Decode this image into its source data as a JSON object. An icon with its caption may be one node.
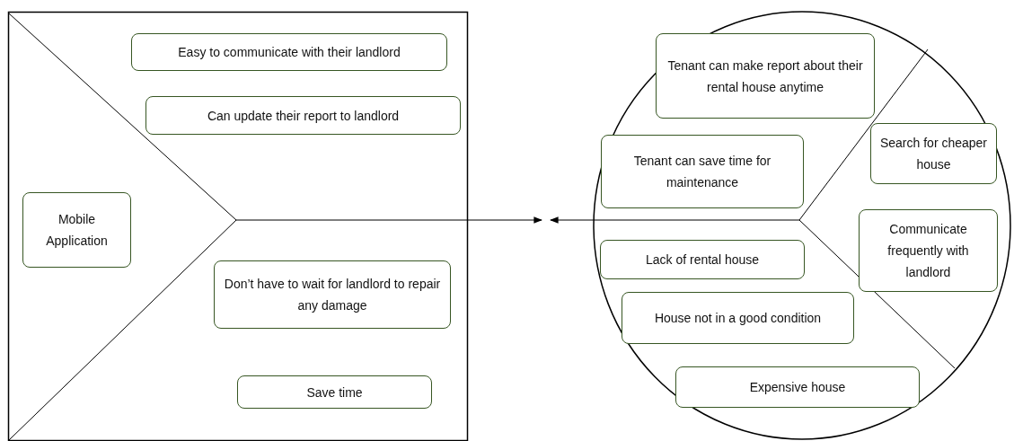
{
  "diagram": {
    "nodes": [
      {
        "text": [],
        "shape": "box"
      },
      {
        "text": [
          "Easy to communicate with their landlord"
        ],
        "in": 0
      },
      {
        "text": [
          "Can update their report to landlord"
        ],
        "in": 0
      },
      {
        "text": [
          "Mobile Application"
        ],
        "in": 0
      },
      {
        "text": [
          "Don’t have to wait for landlord to repair any damage"
        ],
        "in": 0
      },
      {
        "text": [
          "Save time"
        ],
        "in": 0
      },
      {
        "text": [],
        "shape": "circle"
      },
      {
        "text": [
          "Tenant can make report about their rental house anytime"
        ],
        "in": 6
      },
      {
        "text": [
          "Search for cheaper house"
        ],
        "in": 6
      },
      {
        "text": [
          "Tenant can save time for maintenance"
        ],
        "in": 6
      },
      {
        "text": [
          "Communicate frequently with landlord"
        ],
        "in": 6
      },
      {
        "text": [
          "Lack of rental house"
        ],
        "in": 6
      },
      {
        "text": [
          "House not in a good condition"
        ],
        "in": 6
      },
      {
        "text": [
          "Expensive house"
        ],
        "in": 6
      }
    ],
    "edges": [
      {
        "from": 0,
        "to": null,
        "arrow": "to"
      },
      {
        "from": 6,
        "to": null,
        "arrow": "to"
      }
    ]
  }
}
